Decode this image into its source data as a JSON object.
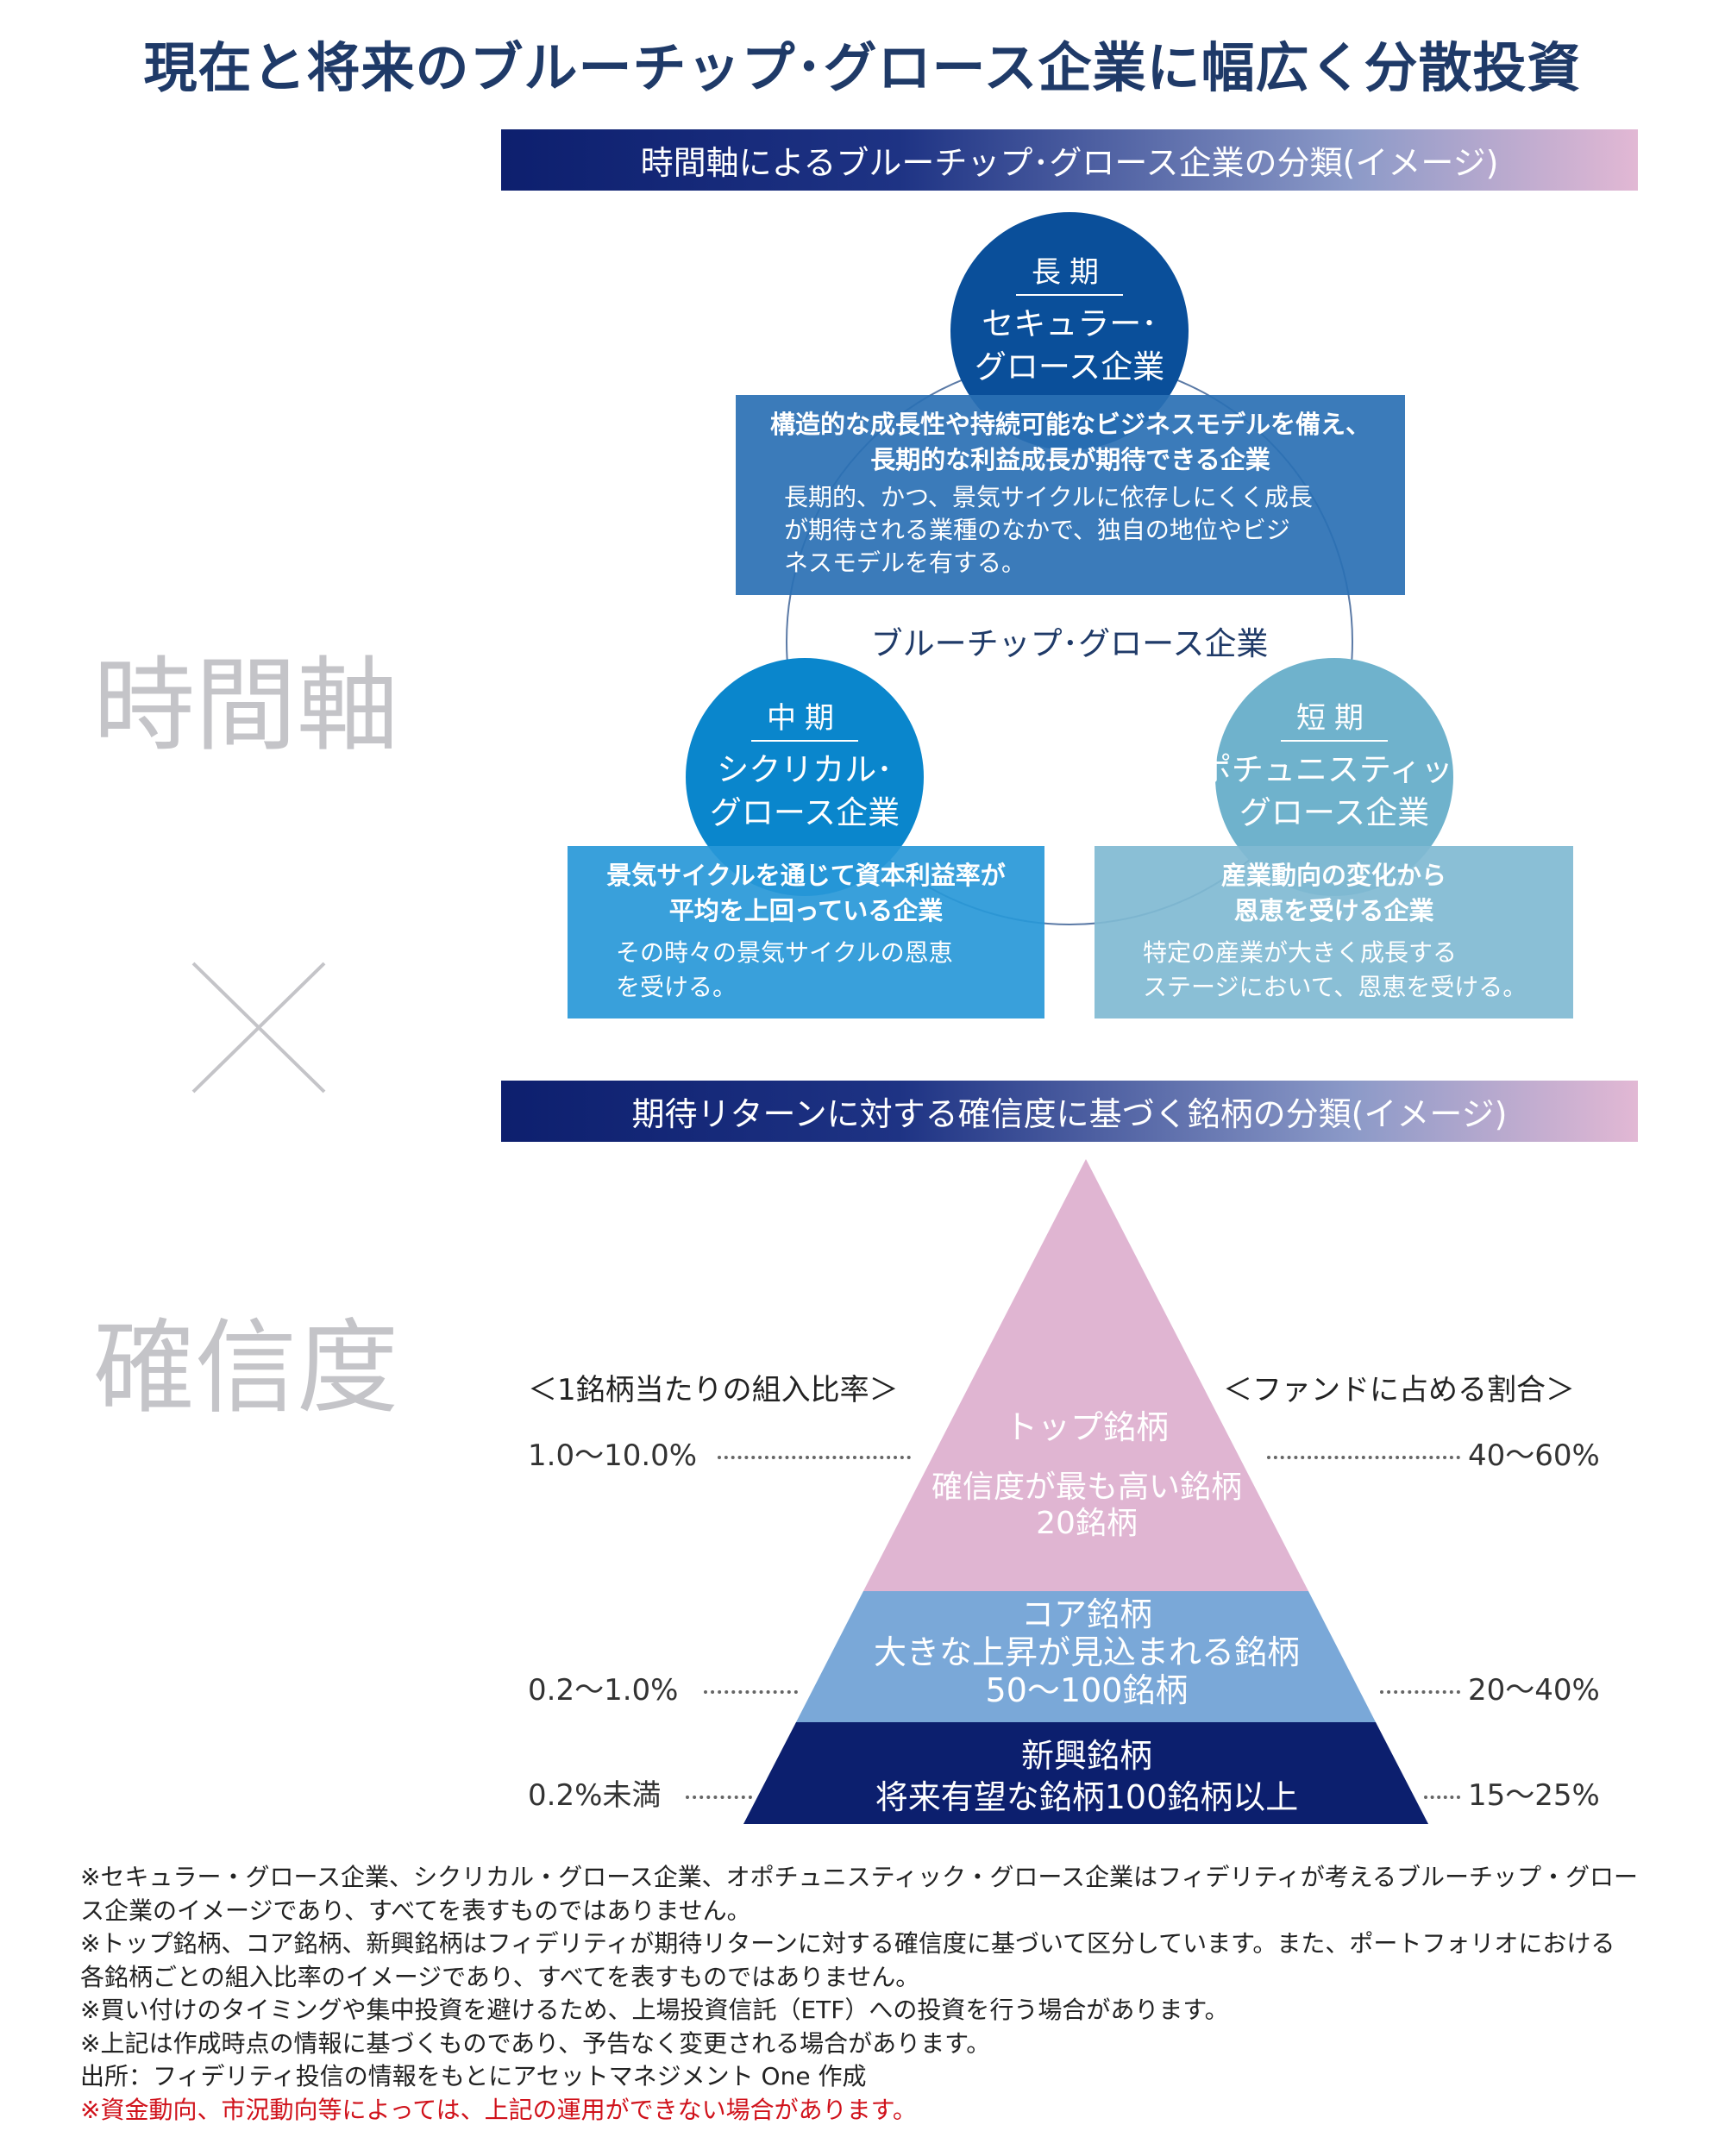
{
  "title": "現在と将来のブルーチップ･グロース企業に幅広く分散投資",
  "section1": {
    "header": "時間軸によるブルーチップ･グロース企業の分類(イメージ)",
    "axis_label": "時間軸",
    "center_label": "ブルーチップ･グロース企業",
    "long": {
      "term": "長期",
      "name1": "セキュラー･",
      "name2": "グロース企業",
      "heading1": "構造的な成長性や持続可能なビジネスモデルを備え、",
      "heading2": "長期的な利益成長が期待できる企業",
      "desc1": "長期的、かつ、景気サイクルに依存しにくく成長",
      "desc2": "が期待される業種のなかで、独自の地位やビジ",
      "desc3": "ネスモデルを有する。"
    },
    "mid": {
      "term": "中期",
      "name1": "シクリカル･",
      "name2": "グロース企業",
      "heading1": "景気サイクルを通じて資本利益率が",
      "heading2": "平均を上回っている企業",
      "desc1": "その時々の景気サイクルの恩恵",
      "desc2": "を受ける。"
    },
    "short": {
      "term": "短期",
      "name1": "オポチュニスティック･",
      "name2": "グロース企業",
      "heading1": "産業動向の変化から",
      "heading2": "恩恵を受ける企業",
      "desc1": "特定の産業が大きく成長する",
      "desc2": "ステージにおいて、恩恵を受ける。"
    },
    "colors": {
      "long": "#0a4f9a",
      "mid": "#0a86cc",
      "short": "#6fb2cc"
    }
  },
  "section2": {
    "header": "期待リターンに対する確信度に基づく銘柄の分類(イメージ)",
    "axis_label": "確信度",
    "left_header": "＜1銘柄当たりの組入比率＞",
    "right_header": "＜ファンドに占める割合＞",
    "tiers": [
      {
        "name": "トップ銘柄",
        "desc": "確信度が最も高い銘柄",
        "count": "20銘柄",
        "weight": "1.0〜10.0%",
        "share": "40〜60%",
        "color": "#e0b5d2"
      },
      {
        "name": "コア銘柄",
        "desc": "大きな上昇が見込まれる銘柄",
        "count": "50〜100銘柄",
        "weight": "0.2〜1.0%",
        "share": "20〜40%",
        "color": "#7aa8d8"
      },
      {
        "name": "新興銘柄",
        "desc": "将来有望な銘柄100銘柄以上",
        "weight": "0.2%未満",
        "share": "15〜25%",
        "color": "#0c1f6e"
      }
    ]
  },
  "notes": [
    "※セキュラー・グロース企業、シクリカル・グロース企業、オポチュニスティック・グロース企業はフィデリティが考えるブルーチップ・グロー",
    "ス企業のイメージであり、すべてを表すものではありません。",
    "※トップ銘柄、コア銘柄、新興銘柄はフィデリティが期待リターンに対する確信度に基づいて区分しています。また、ポートフォリオにおける",
    "各銘柄ごとの組入比率のイメージであり、すべてを表すものではありません。",
    "※買い付けのタイミングや集中投資を避けるため、上場投資信託（ETF）への投資を行う場合があります。",
    "※上記は作成時点の情報に基づくものであり、予告なく変更される場合があります。",
    "出所：フィデリティ投信の情報をもとにアセットマネジメント One 作成"
  ],
  "warning": "※資金動向、市況動向等によっては、上記の運用ができない場合があります。"
}
